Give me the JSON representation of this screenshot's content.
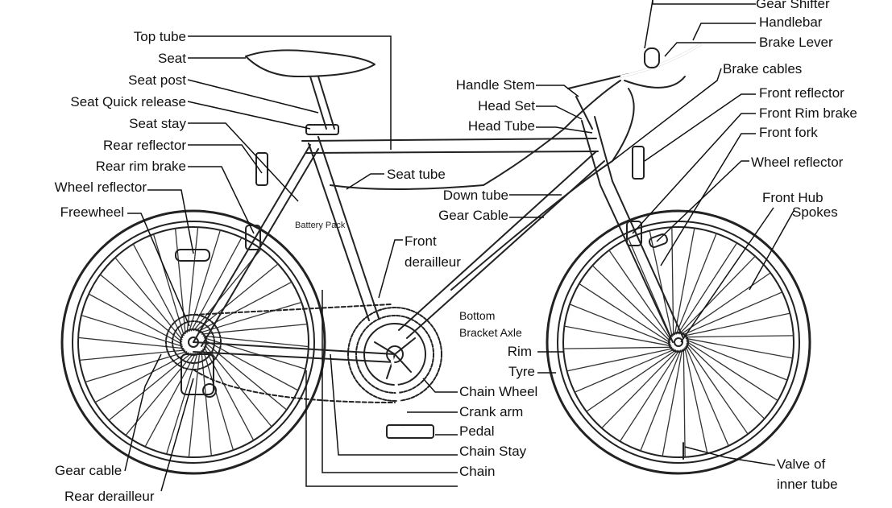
{
  "labels": {
    "gear_shifter": "Gear Shifter",
    "handlebar": "Handlebar",
    "brake_lever": "Brake Lever",
    "brake_cables": "Brake cables",
    "front_reflector": "Front reflector",
    "front_rim_brake": "Front Rim brake",
    "front_fork": "Front fork",
    "wheel_reflector_front": "Wheel reflector",
    "front_hub": "Front Hub",
    "spokes": "Spokes",
    "handle_stem": "Handle Stem",
    "head_set": "Head Set",
    "head_tube": "Head Tube",
    "top_tube": "Top tube",
    "seat": "Seat",
    "seat_post": "Seat post",
    "seat_quick_release": "Seat Quick release",
    "seat_stay": "Seat stay",
    "rear_reflector": "Rear reflector",
    "rear_rim_brake": "Rear rim brake",
    "wheel_reflector_rear": "Wheel reflector",
    "freewheel": "Freewheel",
    "seat_tube": "Seat tube",
    "down_tube": "Down tube",
    "gear_cable_top": "Gear Cable",
    "front_derailleur_1": "Front",
    "front_derailleur_2": "derailleur",
    "battery_pack": "Battery Pack",
    "bottom_bracket_1": "Bottom",
    "bottom_bracket_2": "Bracket Axle",
    "rim": "Rim",
    "tyre": "Tyre",
    "chain_wheel": "Chain Wheel",
    "crank_arm": "Crank arm",
    "pedal": "Pedal",
    "chain_stay": "Chain Stay",
    "chain": "Chain",
    "gear_cable_bottom": "Gear cable",
    "rear_derailleur": "Rear derailleur",
    "valve_1": "Valve of",
    "valve_2": "inner tube"
  }
}
